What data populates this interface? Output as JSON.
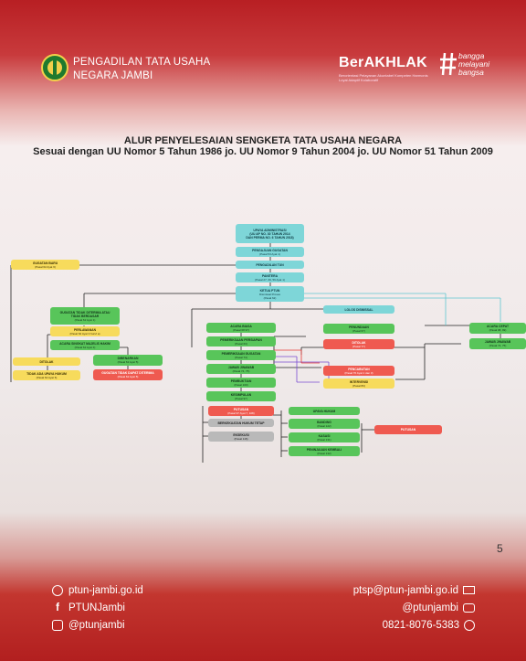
{
  "header": {
    "court_line1": "PENGADILAN TATA USAHA",
    "court_line2": "NEGARA JAMBI",
    "berakhlak": "BerAKHLAK",
    "berakhlak_tagline": "Berorientasi Pelayanan Akuntabel Kompeten Harmonis Loyal Adaptif Kolaboratif",
    "bangga1": "bangga",
    "bangga2": "melayani",
    "bangga3": "bangsa"
  },
  "title": {
    "line1": "ALUR PENYELESAIAN SENGKETA TATA USAHA NEGARA",
    "line2": "Sesuai dengan UU Nomor 5 Tahun 1986 jo. UU Nomor 9 Tahun 2004 jo. UU Nomor 51 Tahun 2009"
  },
  "flow": {
    "upaya_admin": {
      "l1": "UPAYA ADMINISTRASI",
      "l2": "(UU AP NO. 30 TAHUN 2014",
      "l3": "DAN PERMA NO. 6 TAHUN 2018)"
    },
    "pengajuan": {
      "l1": "PENGAJUAN GUGATAN",
      "l2": "(Pasal 53 Ayat 1)"
    },
    "pengadilan": {
      "l1": "PENGADILAN TUN"
    },
    "panitera": {
      "l1": "PANITERA",
      "l2": "(Pasal 27, 39, 59 Ayat 1)"
    },
    "ketua": {
      "l1": "KETUA PTUN",
      "l2": "Dismissal Proses",
      "l3": "(Pasal 62)"
    },
    "gugatan_baru": {
      "l1": "GUGATAN BARU",
      "l2": "(Pasal 62 Ayat 6)"
    },
    "tidak_diterima": {
      "l1": "GUGATAN TIDAK DITERIMA ATAU",
      "l2": "TIDAK BERDASAR",
      "l3": "(Pasal 62 Ayat 1)"
    },
    "perlawanan": {
      "l1": "PERLAWANAN",
      "l2": "(Pasal 62 Ayat 3 huruf a)"
    },
    "acara_singkat": {
      "l1": "ACARA SINGKAT MAJELIS HAKIM",
      "l2": "(Pasal 62 Ayat 4)"
    },
    "ditolak": {
      "l1": "DITOLAK"
    },
    "tidak_ada": {
      "l1": "TIDAK ADA UPAYA HUKUM",
      "l2": "(Pasal 62 Ayat 6)"
    },
    "dibenarkan": {
      "l1": "DIBENARKAN",
      "l2": "(Pasal 62 Ayat 5)"
    },
    "gugatan_tidak_dapat": {
      "l1": "GUGATAN TIDAK DAPAT DITERIMA",
      "l2": "(Pasal 62 Ayat 5)"
    },
    "acara_biasa": {
      "l1": "ACARA BIASA",
      "l2": "(Pasal 68 97)"
    },
    "pemeriksaan_persiapan": {
      "l1": "PEMERIKSAAN PERSIAPAN",
      "l2": "(Pasal 63)"
    },
    "pemeriksaan_gugatan": {
      "l1": "PEMERIKSAAN GUGATAN",
      "l2": "(Pasal 74)"
    },
    "jawab_jinawab": {
      "l1": "JAWAB JINAWAB",
      "l2": "(Pasal 74, 75)"
    },
    "pembuktian": {
      "l1": "PEMBUKTIAN",
      "l2": "(Pasal 100)"
    },
    "kesimpulan": {
      "l1": "KESIMPULAN",
      "l2": "(Pasal 97)"
    },
    "putusan1": {
      "l1": "PUTUSAN",
      "l2": "(Pasal 97 Ayat 7, 108)"
    },
    "kekuatan": {
      "l1": "BERKEKUATAN HUKUM TETAP"
    },
    "eksekusi": {
      "l1": "EKSEKUSI",
      "l2": "(Pasal 116)"
    },
    "lolos": {
      "l1": "LOLOS DISMISSAL"
    },
    "penundaan": {
      "l1": "PENUNDAAN",
      "l2": "(Pasal 67)"
    },
    "ditolak2": {
      "l1": "DITOLAK",
      "l2": "(Pasal 77)"
    },
    "pencabutan": {
      "l1": "PENCABUTAN",
      "l2": "(Pasal 76 Ayat 1 dan 3)"
    },
    "intervensi": {
      "l1": "INTERVENSI",
      "l2": "(Pasal 83)"
    },
    "acara_cepat": {
      "l1": "ACARA CEPAT",
      "l2": "(Pasal 98, 99)"
    },
    "jawab2": {
      "l1": "JAWAB JINAWAB",
      "l2": "(Pasal 74, 75)"
    },
    "upaya_hukum": {
      "l1": "UPAYA HUKUM"
    },
    "banding": {
      "l1": "BANDING",
      "l2": "(Pasal 122)"
    },
    "kasasi": {
      "l1": "KASASI",
      "l2": "(Pasal 131)"
    },
    "pk": {
      "l1": "PENINJAUAN KEMBALI",
      "l2": "(Pasal 132)"
    },
    "putusan2": {
      "l1": "PUTUSAN"
    }
  },
  "page_number": "5",
  "footer": {
    "website": "ptun-jambi.go.id",
    "facebook": "PTUNJambi",
    "instagram": "@ptunjambi",
    "email": "ptsp@ptun-jambi.go.id",
    "youtube": "@ptunjambi",
    "phone": "0821-8076-5383"
  },
  "colors": {
    "brand_red": "#b81f23",
    "node_green": "#58c55a",
    "node_blue": "#7ed6d8",
    "node_yellow": "#f7db5c",
    "node_red": "#ef5a50",
    "node_grey": "#b9b9b9"
  }
}
